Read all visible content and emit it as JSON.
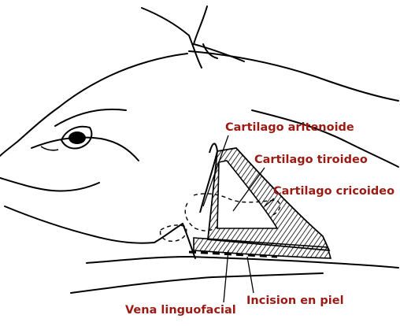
{
  "labels": {
    "cartilago_aritenoide": "Cartilago aritenoide",
    "cartilago_tiroideo": "Cartilago tiroideo",
    "cartilago_cricoideo": "Cartilago cricoideo",
    "vena_linguofacial": "Vena linguofacial",
    "incision_en_piel": "Incision en piel"
  },
  "colors": {
    "label_text": "#9b1b14",
    "line_art": "#000000",
    "background": "#ffffff"
  }
}
